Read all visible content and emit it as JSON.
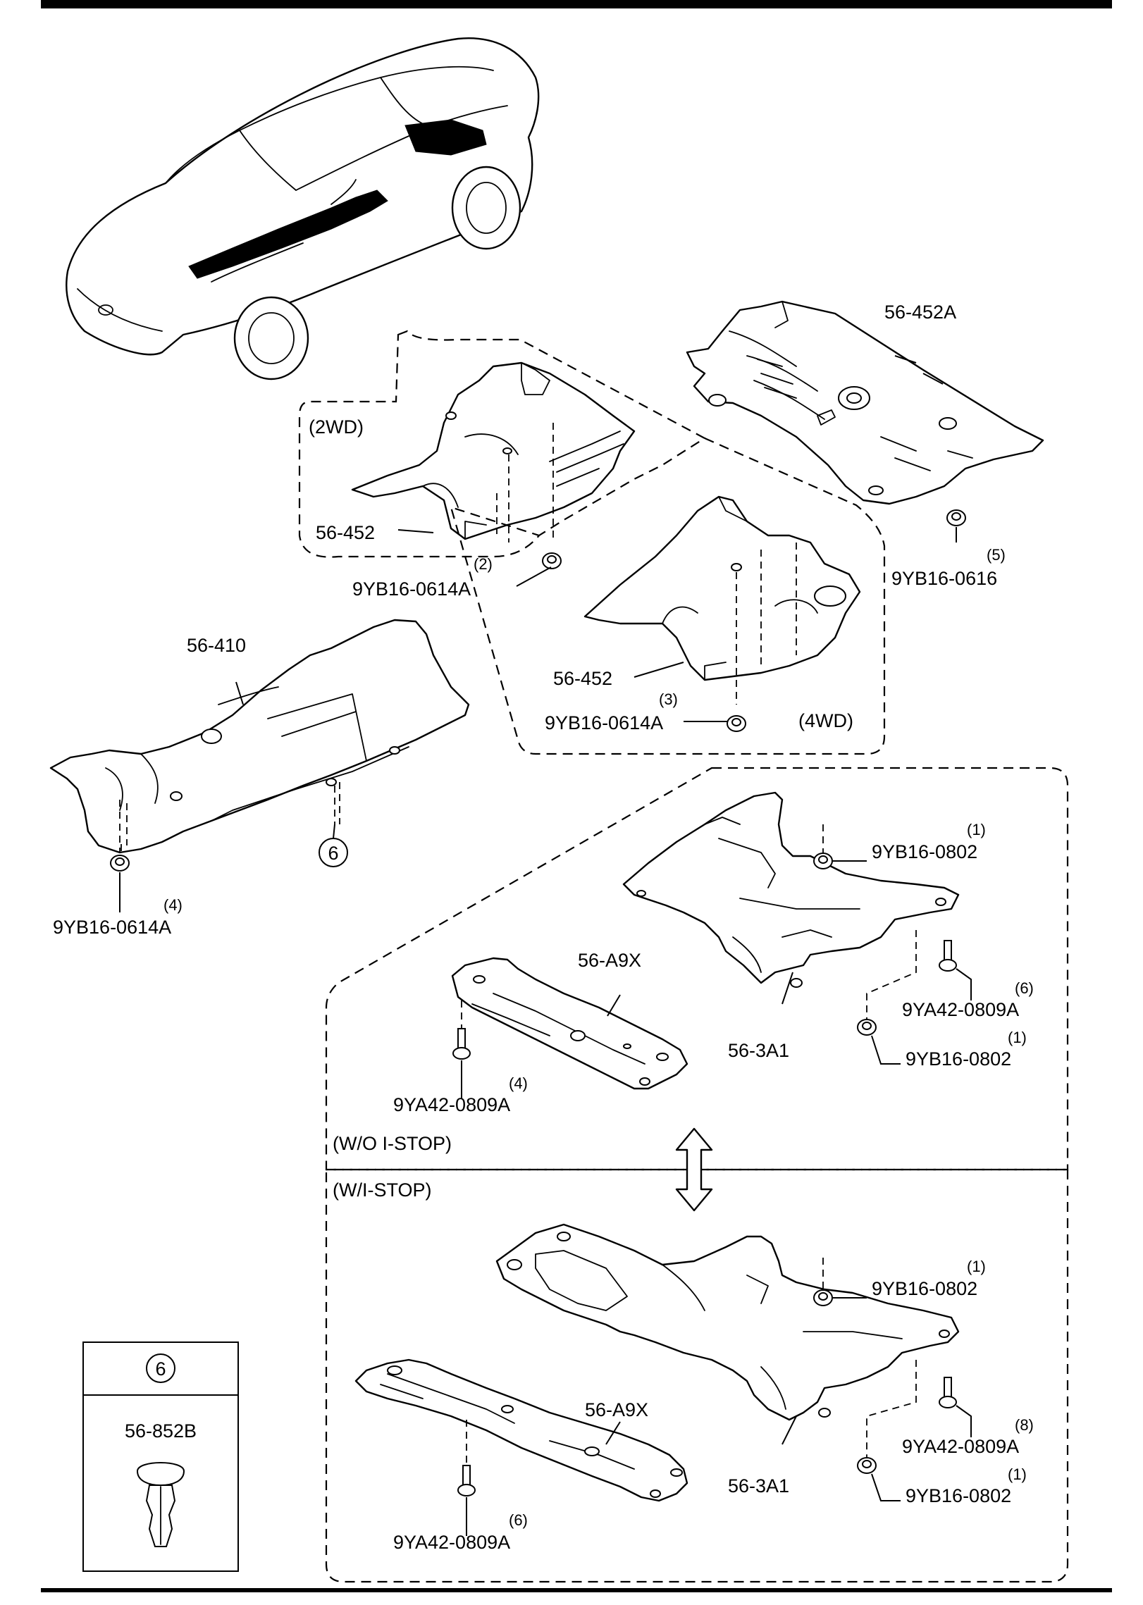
{
  "diagram": {
    "variants": {
      "two_wd": "(2WD)",
      "four_wd": "(4WD)",
      "wo_istop": "(W/O I-STOP)",
      "w_istop": "(W/I-STOP)"
    },
    "parts": {
      "p452a": "56-452A",
      "p452_2wd": "56-452",
      "p452_4wd": "56-452",
      "p410": "56-410",
      "pa9x_top": "56-A9X",
      "p3a1_top": "56-3A1",
      "pa9x_bot": "56-A9X",
      "p3a1_bot": "56-3A1"
    },
    "fasteners": {
      "f0614a_2": {
        "num": "(2)",
        "code": "9YB16-0614A"
      },
      "f0614a_3": {
        "num": "(3)",
        "code": "9YB16-0614A"
      },
      "f0614a_4": {
        "num": "(4)",
        "code": "9YB16-0614A"
      },
      "f0616_5": {
        "num": "(5)",
        "code": "9YB16-0616"
      },
      "f0802_top1": {
        "num": "(1)",
        "code": "9YB16-0802"
      },
      "f0809a_top6": {
        "num": "(6)",
        "code": "9YA42-0809A"
      },
      "f0802_top2": {
        "num": "(1)",
        "code": "9YB16-0802"
      },
      "f0809a_top4": {
        "num": "(4)",
        "code": "9YA42-0809A"
      },
      "f0802_bot1": {
        "num": "(1)",
        "code": "9YB16-0802"
      },
      "f0809a_bot8": {
        "num": "(8)",
        "code": "9YA42-0809A"
      },
      "f0802_bot2": {
        "num": "(1)",
        "code": "9YB16-0802"
      },
      "f0809a_bot6": {
        "num": "(6)",
        "code": "9YA42-0809A"
      }
    },
    "callout_six": "6",
    "legend": {
      "number": "6",
      "part": "56-852B"
    }
  }
}
